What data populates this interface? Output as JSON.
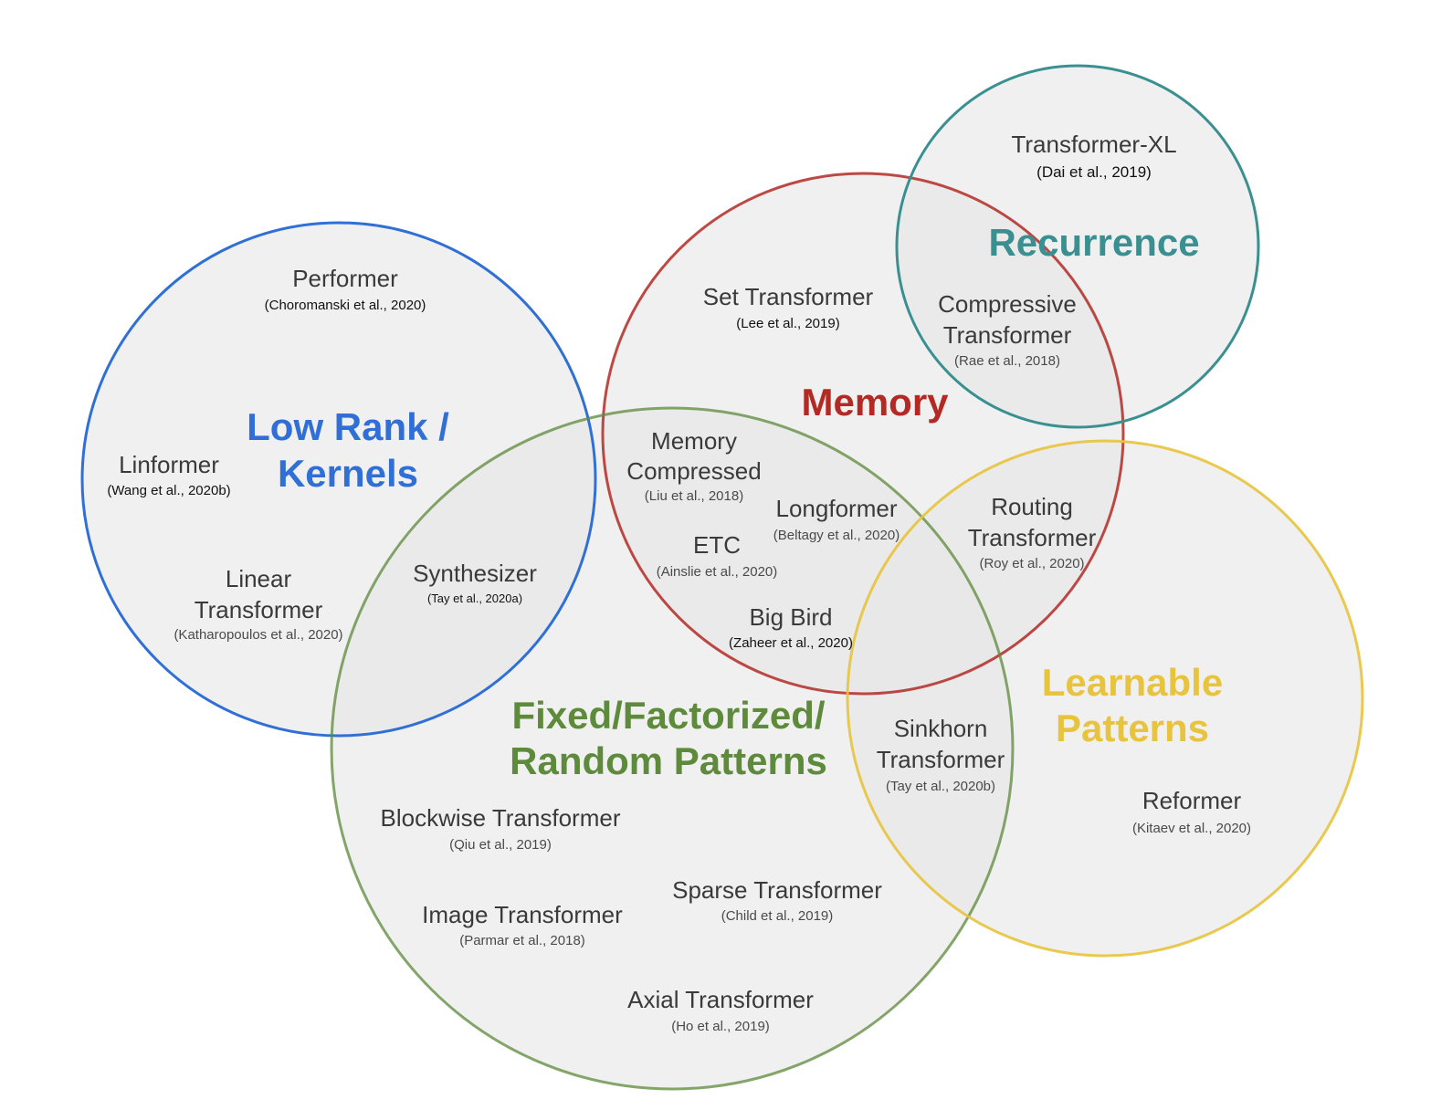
{
  "colors": {
    "low_rank": "#2f6fd6",
    "memory": "#b32a24",
    "recurrence": "#3a8f91",
    "fixed": "#5e8a3b",
    "learnable": "#e8c33d",
    "fill": "#ededed",
    "text": "#3a3a3a"
  },
  "categories": {
    "low_rank": [
      "Low Rank /",
      "Kernels"
    ],
    "memory": "Memory",
    "recurrence": "Recurrence",
    "fixed": [
      "Fixed/Factorized/",
      "Random Patterns"
    ],
    "learnable": [
      "Learnable",
      "Patterns"
    ]
  },
  "models": {
    "performer": {
      "name": "Performer",
      "cite": "(Choromanski et al., 2020)"
    },
    "linformer": {
      "name": "Linformer",
      "cite": "(Wang et al., 2020b)"
    },
    "linear_transformer": {
      "name": [
        "Linear",
        "Transformer"
      ],
      "cite": "(Katharopoulos et al., 2020)"
    },
    "synthesizer": {
      "name": "Synthesizer",
      "cite": "(Tay et al., 2020a)"
    },
    "set_transformer": {
      "name": "Set Transformer",
      "cite": "(Lee et al., 2019)"
    },
    "transformer_xl": {
      "name": "Transformer-XL",
      "cite": "(Dai et al., 2019)"
    },
    "compressive": {
      "name": [
        "Compressive",
        "Transformer"
      ],
      "cite": "(Rae et al., 2018)"
    },
    "memory_compressed": {
      "name": [
        "Memory",
        "Compressed"
      ],
      "cite": "(Liu et al., 2018)"
    },
    "longformer": {
      "name": "Longformer",
      "cite": "(Beltagy et al., 2020)"
    },
    "etc": {
      "name": "ETC",
      "cite": "(Ainslie et al., 2020)"
    },
    "big_bird": {
      "name": "Big Bird",
      "cite": "(Zaheer et al., 2020)"
    },
    "routing": {
      "name": [
        "Routing",
        "Transformer"
      ],
      "cite": "(Roy et al., 2020)"
    },
    "sinkhorn": {
      "name": [
        "Sinkhorn",
        "Transformer"
      ],
      "cite": "(Tay et al., 2020b)"
    },
    "reformer": {
      "name": "Reformer",
      "cite": "(Kitaev et al., 2020)"
    },
    "blockwise": {
      "name": "Blockwise Transformer",
      "cite": "(Qiu et al., 2019)"
    },
    "sparse": {
      "name": "Sparse Transformer",
      "cite": "(Child et al., 2019)"
    },
    "image": {
      "name": "Image Transformer",
      "cite": "(Parmar et al., 2018)"
    },
    "axial": {
      "name": "Axial Transformer",
      "cite": "(Ho et al., 2019)"
    }
  }
}
